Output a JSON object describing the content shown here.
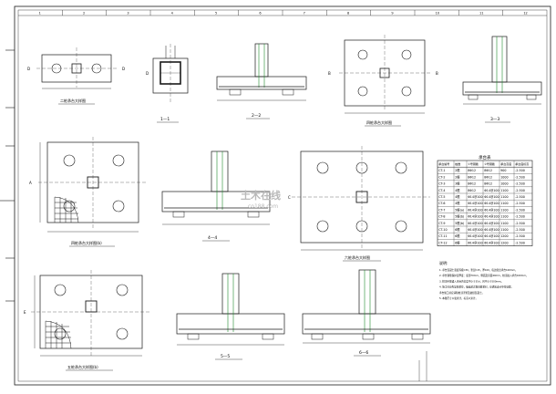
{
  "colors": {
    "line": "#1a1a1a",
    "accent": "#1e8a2e",
    "watermark": "#b9b9b9"
  },
  "grid_numbers": [
    "1",
    "2",
    "3",
    "4",
    "5",
    "6",
    "7",
    "8",
    "9",
    "10",
    "11",
    "12"
  ],
  "plans": {
    "cap2": {
      "title": "二桩承台大样图",
      "grid_left": "D",
      "grid_right": "D"
    },
    "cap4": {
      "title": "四桩承台大样图",
      "grid_left": "B",
      "grid_right": "B"
    },
    "cap4b": {
      "title": "四桩承台大样图(b)",
      "grid_left": "A"
    },
    "cap6": {
      "title": "六桩承台大样图",
      "grid_left": "C"
    },
    "cap5b": {
      "title": "五桩承台大样图(b)",
      "grid_left": "E"
    }
  },
  "sections": {
    "s1": "1—1",
    "s2": "2—2",
    "s3": "3—3",
    "s4": "4—4",
    "s5": "5—5",
    "s6": "6—6"
  },
  "watermark": {
    "brand": "土木在线",
    "url": "co188.com"
  },
  "table": {
    "title": "承台表",
    "headers": [
      "承台编号",
      "桩数",
      "①号钢筋",
      "②号钢筋",
      "承台高度",
      "承台底标高"
    ],
    "rows": [
      [
        "CT-1",
        "2根",
        "8Φ12",
        "8Φ12",
        "900",
        "-2.500"
      ],
      [
        "CT-2",
        "2根",
        "8Φ12",
        "8Φ12",
        "1000",
        "-2.500"
      ],
      [
        "CT-3",
        "3根",
        "8Φ12",
        "8Φ12",
        "1000",
        "-2.500"
      ],
      [
        "CT-4",
        "4根",
        "8Φ12",
        "Φ14@100",
        "1100",
        "-2.500"
      ],
      [
        "CT-5",
        "4根",
        "Φ14@100",
        "Φ14@100",
        "1100",
        "-2.500"
      ],
      [
        "CT-6",
        "4根",
        "Φ14@100",
        "Φ14@100",
        "1100",
        "-2.500"
      ],
      [
        "CT-7",
        "5根(a)",
        "Φ14@100",
        "Φ14@100",
        "1100",
        "-2.500"
      ],
      [
        "CT-8",
        "5根(b)",
        "Φ14@100",
        "Φ14@100",
        "1100",
        "-2.500"
      ],
      [
        "CT-9",
        "5根(b)",
        "Φ14@100",
        "Φ14@100",
        "1100",
        "-2.500"
      ],
      [
        "CT-10",
        "6根",
        "Φ14@100",
        "Φ14@100",
        "1100",
        "-2.500"
      ],
      [
        "CT-11",
        "6根",
        "Φ14@100",
        "Φ14@100",
        "1200",
        "-2.500"
      ],
      [
        "CT-12",
        "6根",
        "Φ14@100",
        "Φ14@100",
        "1200",
        "-2.500"
      ]
    ]
  },
  "notes": {
    "title": "说明:",
    "lines": [
      "1. 承台混凝土强度等级C30，垫层C15，厚100，每边宽出承台100mm。",
      "2. 承台钢筋保护层厚度：底部70mm，侧面及顶面40mm，桩顶嵌入承台100mm。",
      "3. 桩顶纵筋锚入承台内长度不小于35d，且不小于500mm。",
      "4. 施工时应先复核桩位，偏差超过规范要求时，应通知设计单位处理。",
      "   承台施工前应清除桩顶浮浆及破损混凝土。",
      "5. 本图尺寸以毫米计，标高以米计。"
    ]
  }
}
